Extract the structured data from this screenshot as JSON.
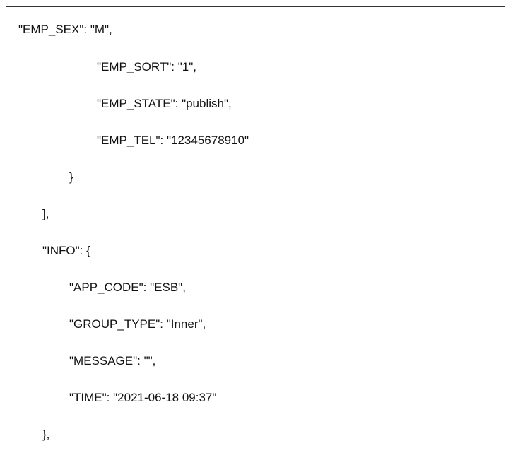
{
  "document": {
    "lines": [
      {
        "text": "\"EMP_SEX\": \"M\","
      },
      {
        "text": "\"EMP_SORT\": \"1\","
      },
      {
        "text": "\"EMP_STATE\": \"publish\","
      },
      {
        "text": "\"EMP_TEL\": \"12345678910\""
      },
      {
        "text": "}"
      },
      {
        "text": "],"
      },
      {
        "text": "\"INFO\": {"
      },
      {
        "text": "\"APP_CODE\": \"ESB\","
      },
      {
        "text": "\"GROUP_TYPE\": \"Inner\","
      },
      {
        "text": "\"MESSAGE\": \"\","
      },
      {
        "text": "\"TIME\": \"2021-06-18 09:37\""
      },
      {
        "text": "},"
      }
    ]
  }
}
